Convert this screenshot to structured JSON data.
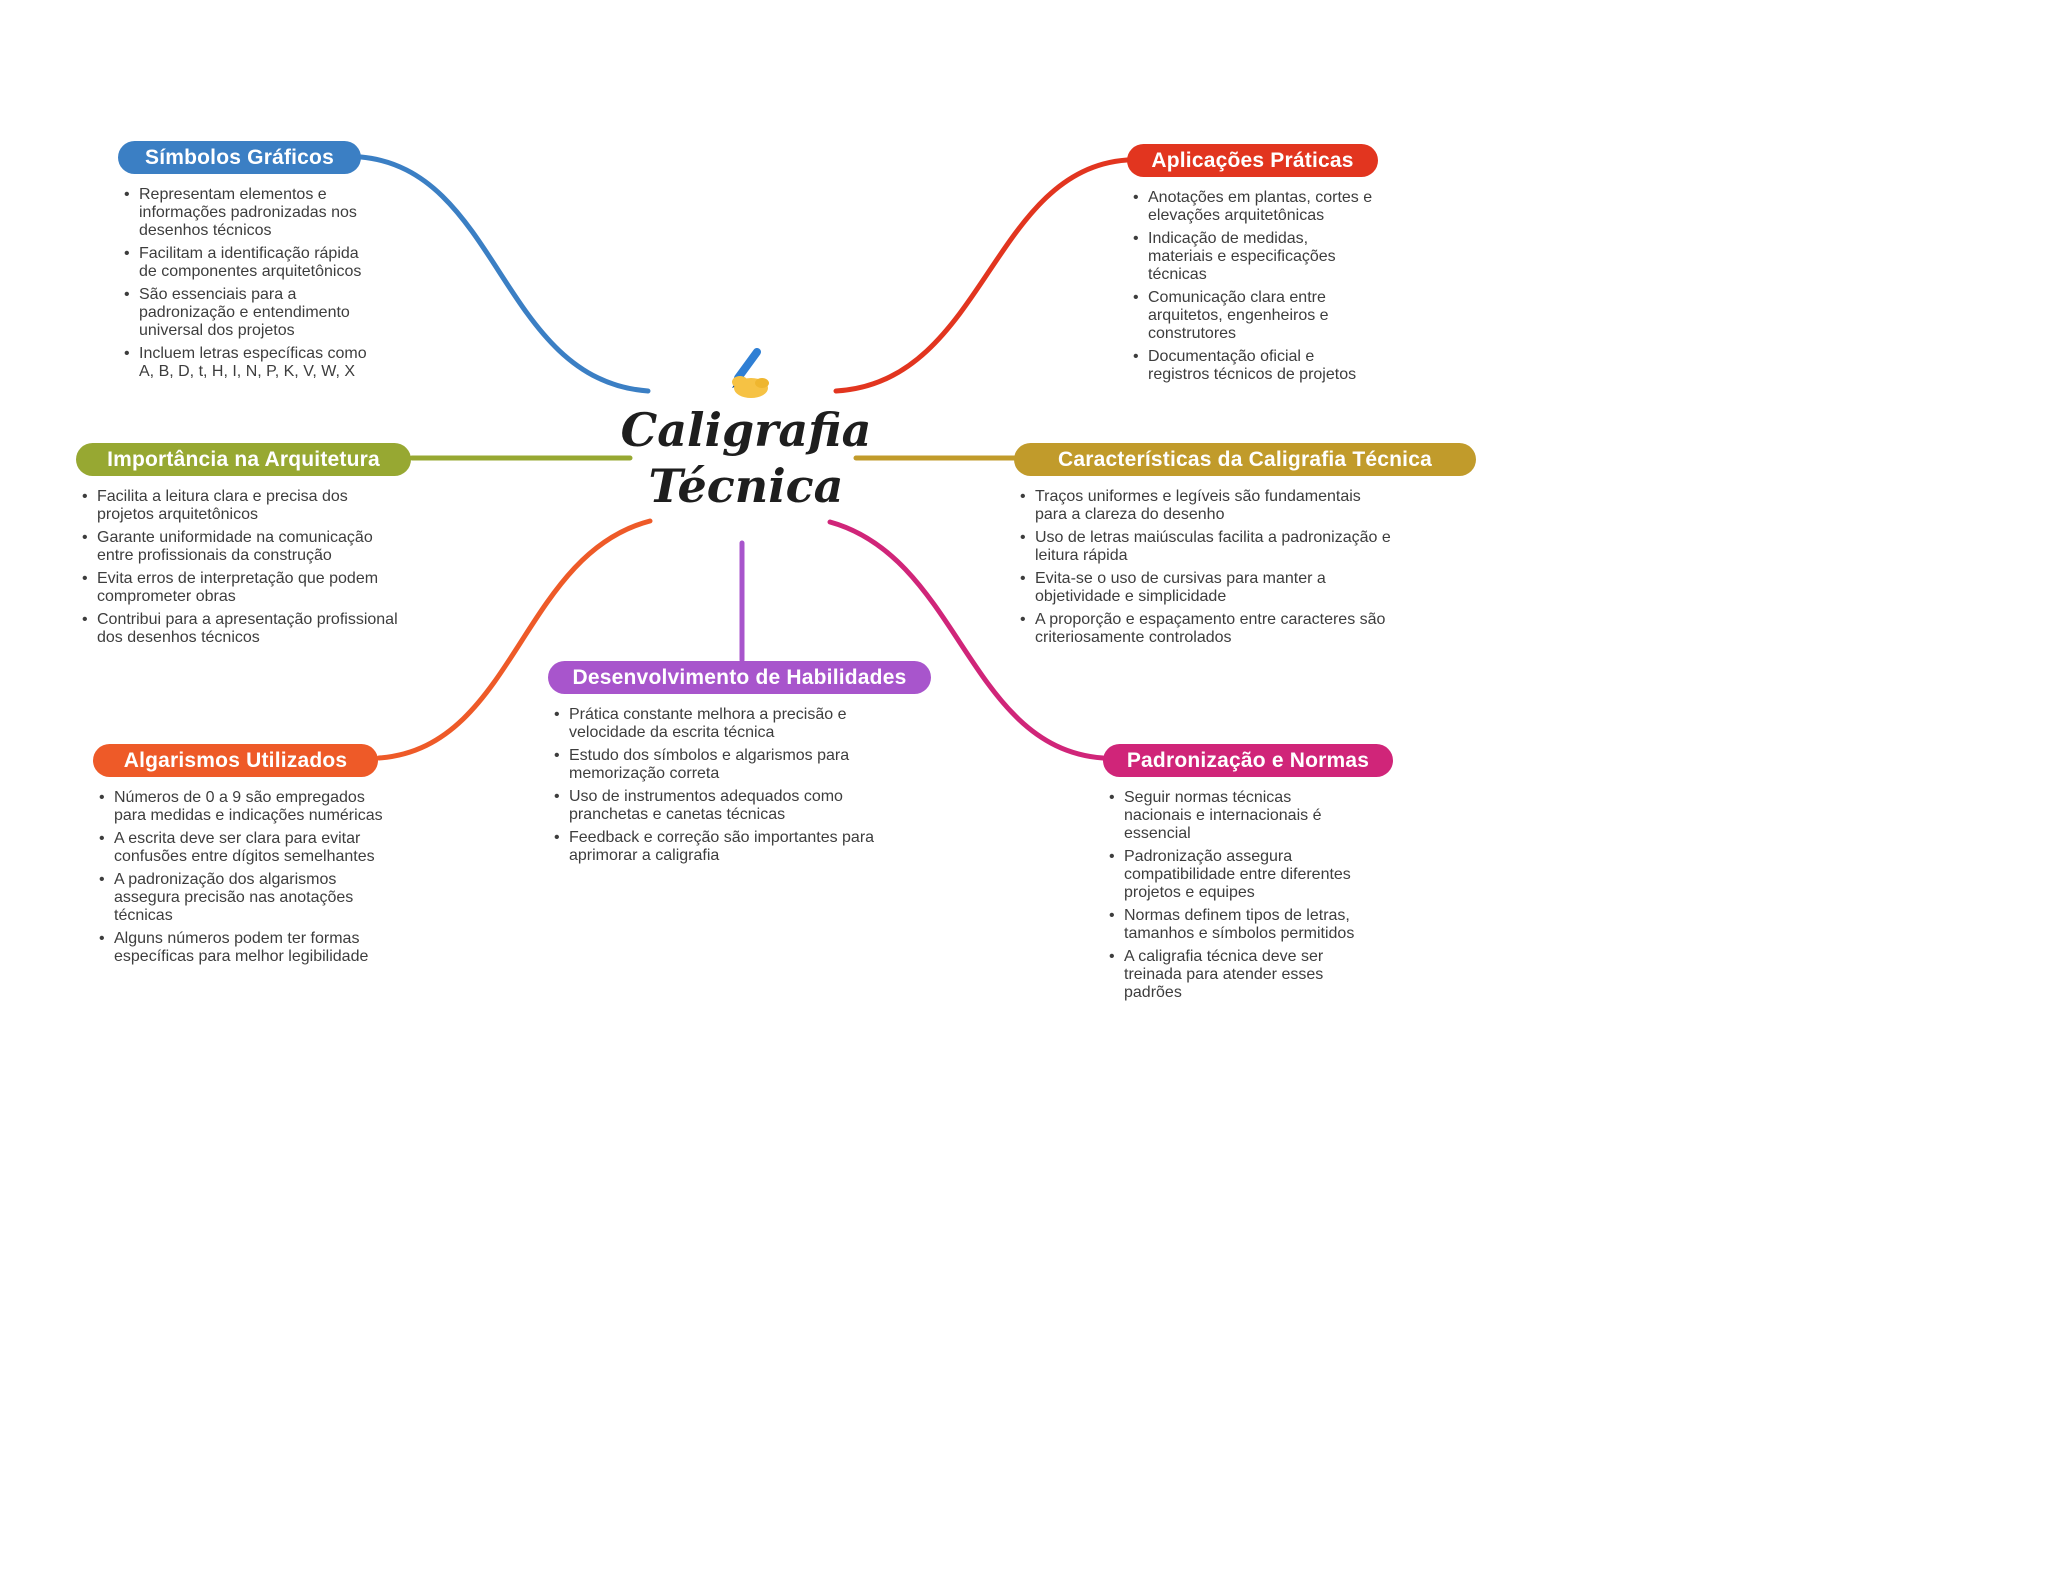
{
  "center": {
    "icon": "writing-hand-icon",
    "title_line1": "Caligrafia",
    "title_line2": "Técnica"
  },
  "nodes": [
    {
      "id": "simbolos-graficos",
      "title": "Símbolos Gráficos",
      "color": "#3b7fc4",
      "bullets": [
        "Representam elementos e informações padronizadas nos desenhos técnicos",
        "Facilitam a identificação rápida de componentes arquitetônicos",
        "São essenciais para a padronização e entendimento universal dos projetos",
        "Incluem letras específicas como A, B, D, t, H, I, N, P, K, V, W, X"
      ]
    },
    {
      "id": "aplicacoes-praticas",
      "title": "Aplicações Práticas",
      "color": "#e2351f",
      "bullets": [
        "Anotações em plantas, cortes e elevações arquitetônicas",
        "Indicação de medidas, materiais e especificações técnicas",
        "Comunicação clara entre arquitetos, engenheiros e construtores",
        "Documentação oficial e registros técnicos de projetos"
      ]
    },
    {
      "id": "importancia-na-arquitetura",
      "title": "Importância na Arquitetura",
      "color": "#97a832",
      "bullets": [
        "Facilita a leitura clara e precisa dos projetos arquitetônicos",
        "Garante uniformidade na comunicação entre profissionais da construção",
        "Evita erros de interpretação que podem comprometer obras",
        "Contribui para a apresentação profissional dos desenhos técnicos"
      ]
    },
    {
      "id": "caracteristicas-da-caligrafia-tecnica",
      "title": "Características da Caligrafia Técnica",
      "color": "#c19b2b",
      "bullets": [
        "Traços uniformes e legíveis são fundamentais para a clareza do desenho",
        "Uso de letras maiúsculas facilita a padronização e leitura rápida",
        "Evita-se o uso de cursivas para manter a objetividade e simplicidade",
        "A proporção e espaçamento entre caracteres são criteriosamente controlados"
      ]
    },
    {
      "id": "algarismos-utilizados",
      "title": "Algarismos Utilizados",
      "color": "#ee5a28",
      "bullets": [
        "Números de 0 a 9 são empregados para medidas e indicações numéricas",
        "A escrita deve ser clara para evitar confusões entre dígitos semelhantes",
        "A padronização dos algarismos assegura precisão nas anotações técnicas",
        "Alguns números podem ter formas específicas para melhor legibilidade"
      ]
    },
    {
      "id": "desenvolvimento-de-habilidades",
      "title": "Desenvolvimento de Habilidades",
      "color": "#a855cc",
      "bullets": [
        "Prática constante melhora a precisão e velocidade da escrita técnica",
        "Estudo dos símbolos e algarismos para memorização correta",
        "Uso de instrumentos adequados como pranchetas e canetas técnicas",
        "Feedback e correção são importantes para aprimorar a caligrafia"
      ]
    },
    {
      "id": "padronizacao-e-normas",
      "title": "Padronização e Normas",
      "color": "#d02579",
      "bullets": [
        "Seguir normas técnicas nacionais e internacionais é essencial",
        "Padronização assegura compatibilidade entre diferentes projetos e equipes",
        "Normas definem tipos de letras, tamanhos e símbolos permitidos",
        "A caligrafia técnica deve ser treinada para atender esses padrões"
      ]
    }
  ]
}
